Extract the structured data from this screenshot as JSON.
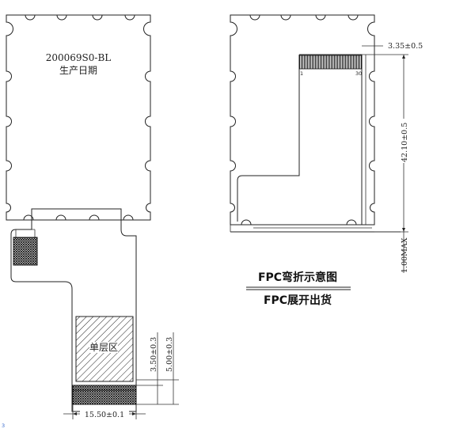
{
  "left_view": {
    "part_number": "200069S0-BL",
    "date_label": "生产日期",
    "single_layer_label": "单层区",
    "dim_width": "15.50±0.1",
    "dim_stiffener": "3.50±0.3",
    "dim_finger": "5.00±0.3"
  },
  "right_view": {
    "dim_top": "3.35±0.5",
    "dim_height": "42.10±0.5",
    "dim_max": "1.00MAX",
    "pin_first": "1",
    "pin_last": "30"
  },
  "captions": {
    "bent": "FPC弯折示意图",
    "unfolded": "FPC展开出货"
  },
  "corner_mark": "3"
}
